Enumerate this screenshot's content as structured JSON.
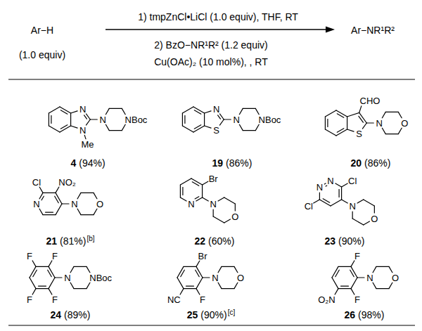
{
  "diagram": {
    "labels": [
      "Ar−H",
      "(1.0 equiv)",
      "1) tmpZnCl•LiCl (1.0 equiv), THF, RT",
      "2) BzO−NR¹R² (1.2 equiv)",
      "Cu(OAc)₂ (10 mol%), , RT",
      "Ar−NR¹R²",
      "N",
      "N",
      "Me",
      "N",
      "NBoc",
      "4",
      "(94%)",
      "N",
      "S",
      "N",
      "NBoc",
      "19",
      "(86%)",
      "CHO",
      "S",
      "N",
      "O",
      "20",
      "(86%)",
      "Cl",
      "NO₂",
      "N",
      "N",
      "O",
      "21",
      "(81%)",
      "[b]",
      "Br",
      "N",
      "N",
      "O",
      "22",
      "(60%)",
      "N",
      "N",
      "Cl",
      "Cl",
      "N",
      "O",
      "23",
      "(90%)",
      "F",
      "F",
      "F",
      "F",
      "N",
      "NBoc",
      "24",
      "(89%)",
      "Br",
      "NC",
      "F",
      "N",
      "O",
      "25",
      "(90%)",
      "[c]",
      "F",
      "F",
      "O₂N",
      "N",
      "O",
      "26",
      "(98%)"
    ]
  }
}
